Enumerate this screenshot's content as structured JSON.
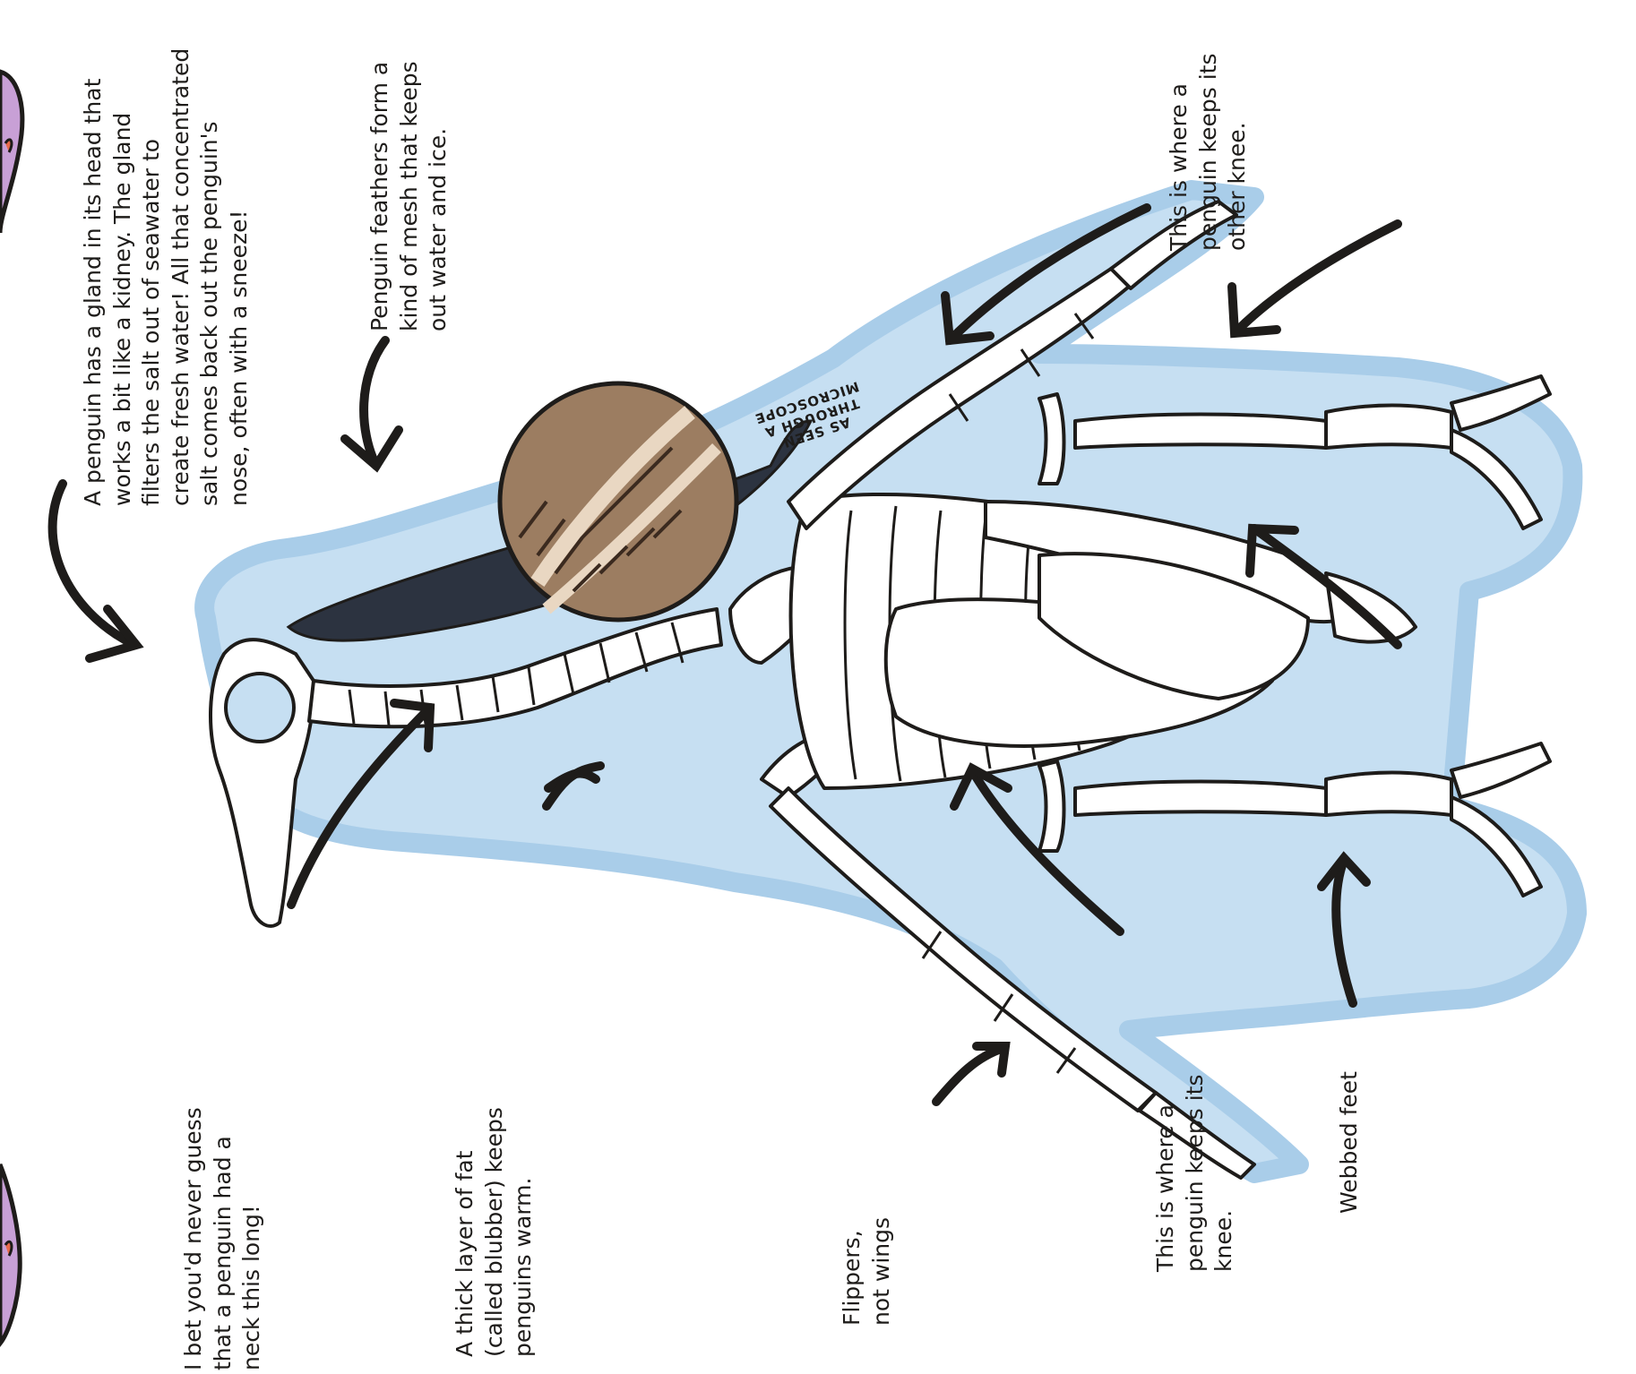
{
  "annotations": {
    "salt_gland": {
      "lines": [
        "A penguin has a gland in its head that",
        "works a bit like a kidney. The gland",
        "filters the salt out of seawater to",
        "create fresh water! All that concentrated",
        "salt comes back out the penguin's",
        "nose, often with a sneeze!"
      ]
    },
    "feathers": {
      "lines": [
        "Penguin feathers form a",
        "kind of mesh that keeps",
        "out water and ice."
      ]
    },
    "microscope": {
      "lines": [
        "AS SEEN",
        "THROUGH A",
        "MICROSCOPE"
      ]
    },
    "other_knee": {
      "lines": [
        "This is where a",
        "penguin keeps its",
        "other knee."
      ]
    },
    "neck": {
      "lines": [
        "I bet you'd never guess",
        "that a penguin had a",
        "neck this long!"
      ]
    },
    "blubber": {
      "lines": [
        "A thick layer of fat",
        "(called blubber) keeps",
        "penguins warm."
      ]
    },
    "flippers": {
      "lines": [
        "Flippers,",
        "not wings"
      ]
    },
    "knee": {
      "lines": [
        "This is where a",
        "penguin keeps its",
        "knee."
      ]
    },
    "webbed_feet": {
      "lines": [
        "Webbed feet"
      ]
    }
  },
  "colors": {
    "body_outline": "#a9cde9",
    "body_fill": "#c6dff2",
    "feathers": "#2c3340",
    "bone": "#ffffff",
    "bone_shade": "#cfe3f3",
    "ink": "#1e1c1a",
    "microscope_bg": "#9c7d61",
    "neighbor_pink": "#c8a0d6"
  }
}
